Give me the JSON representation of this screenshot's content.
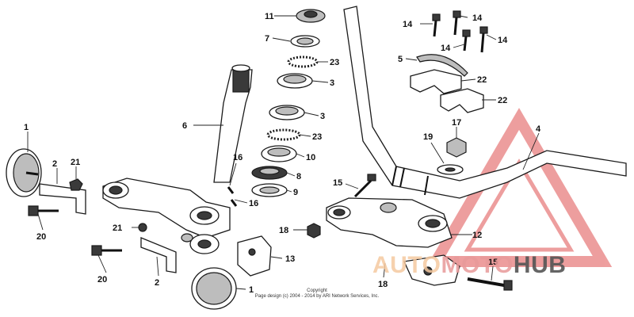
{
  "callouts": {
    "c1a": "1",
    "c1b": "1",
    "c2a": "2",
    "c2b": "2",
    "c3a": "3",
    "c3b": "3",
    "c4": "4",
    "c5": "5",
    "c6": "6",
    "c7": "7",
    "c8": "8",
    "c9": "9",
    "c10": "10",
    "c11": "11",
    "c12": "12",
    "c13": "13",
    "c14a": "14",
    "c14b": "14",
    "c14c": "14",
    "c14d": "14",
    "c15a": "15",
    "c15b": "15",
    "c16a": "16",
    "c16b": "16",
    "c17": "17",
    "c18a": "18",
    "c18b": "18",
    "c19": "19",
    "c20a": "20",
    "c20b": "20",
    "c21a": "21",
    "c21b": "21",
    "c22a": "22",
    "c22b": "22",
    "c23a": "23",
    "c23b": "23"
  },
  "copyright": {
    "line1": "Copyright",
    "line2": "Page design (c) 2004 - 2014 by ARI Network Services, Inc."
  },
  "watermark": {
    "part1": "AUTO",
    "part2": "MOTO",
    "part3": "HUB",
    "color_triangle": "#e05050",
    "color_auto": "#f5c9a0",
    "color_hub": "#555555"
  }
}
